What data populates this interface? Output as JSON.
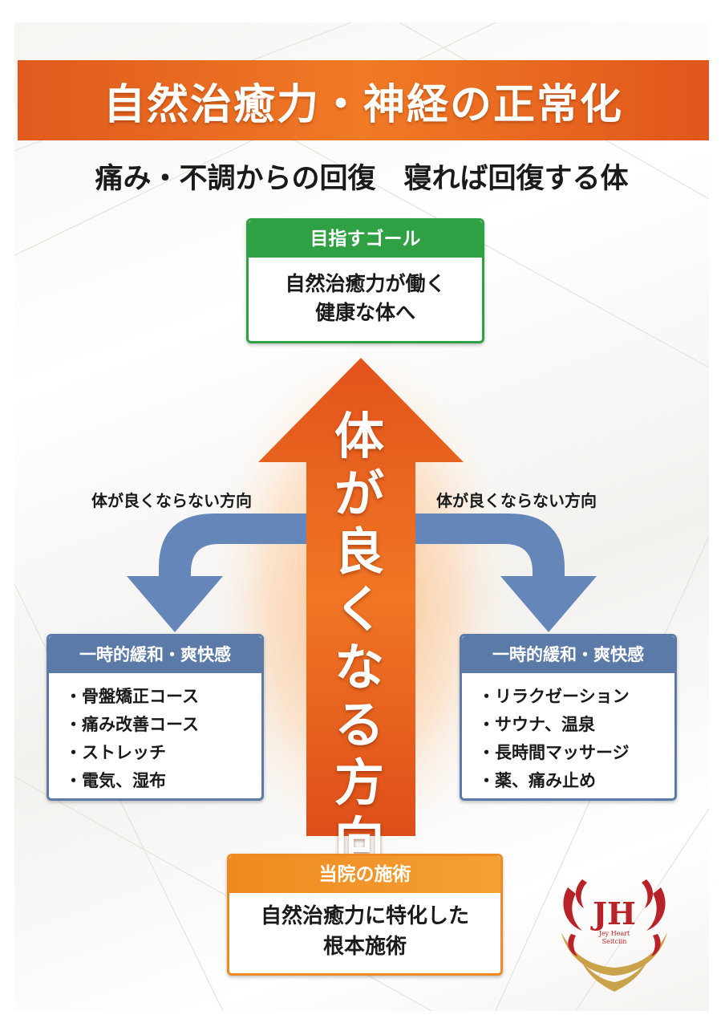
{
  "header": {
    "title": "自然治癒力・神経の正常化"
  },
  "subtitle": "痛み・不調からの回復　寝れば回復する体",
  "goal": {
    "heading": "目指すゴール",
    "lines": [
      "自然治癒力が働く",
      "健康な体へ"
    ]
  },
  "center_arrow": {
    "label_chars": [
      "体",
      "が",
      "良",
      "く",
      "な",
      "る",
      "方",
      "向"
    ]
  },
  "left": {
    "direction_label": "体が良くならない方向",
    "heading": "一時的緩和・爽快感",
    "items": [
      "・骨盤矯正コース",
      "・痛み改善コース",
      "・ストレッチ",
      "・電気、湿布"
    ]
  },
  "right": {
    "direction_label": "体が良くならない方向",
    "heading": "一時的緩和・爽快感",
    "items": [
      "・リラクゼーション",
      "・サウナ、温泉",
      "・長時間マッサージ",
      "・薬、痛み止め"
    ]
  },
  "clinic": {
    "heading": "当院の施術",
    "lines": [
      "自然治癒力に特化した",
      "根本施術"
    ]
  },
  "logo": {
    "mark": "JH",
    "text_lines": [
      "Jey Heart",
      "Seitciin"
    ]
  },
  "colors": {
    "orange": "#ee6a1f",
    "green": "#2fa043",
    "blue": "#5c7aa8",
    "gold": "#c9a24a",
    "crimson": "#b8232a"
  }
}
